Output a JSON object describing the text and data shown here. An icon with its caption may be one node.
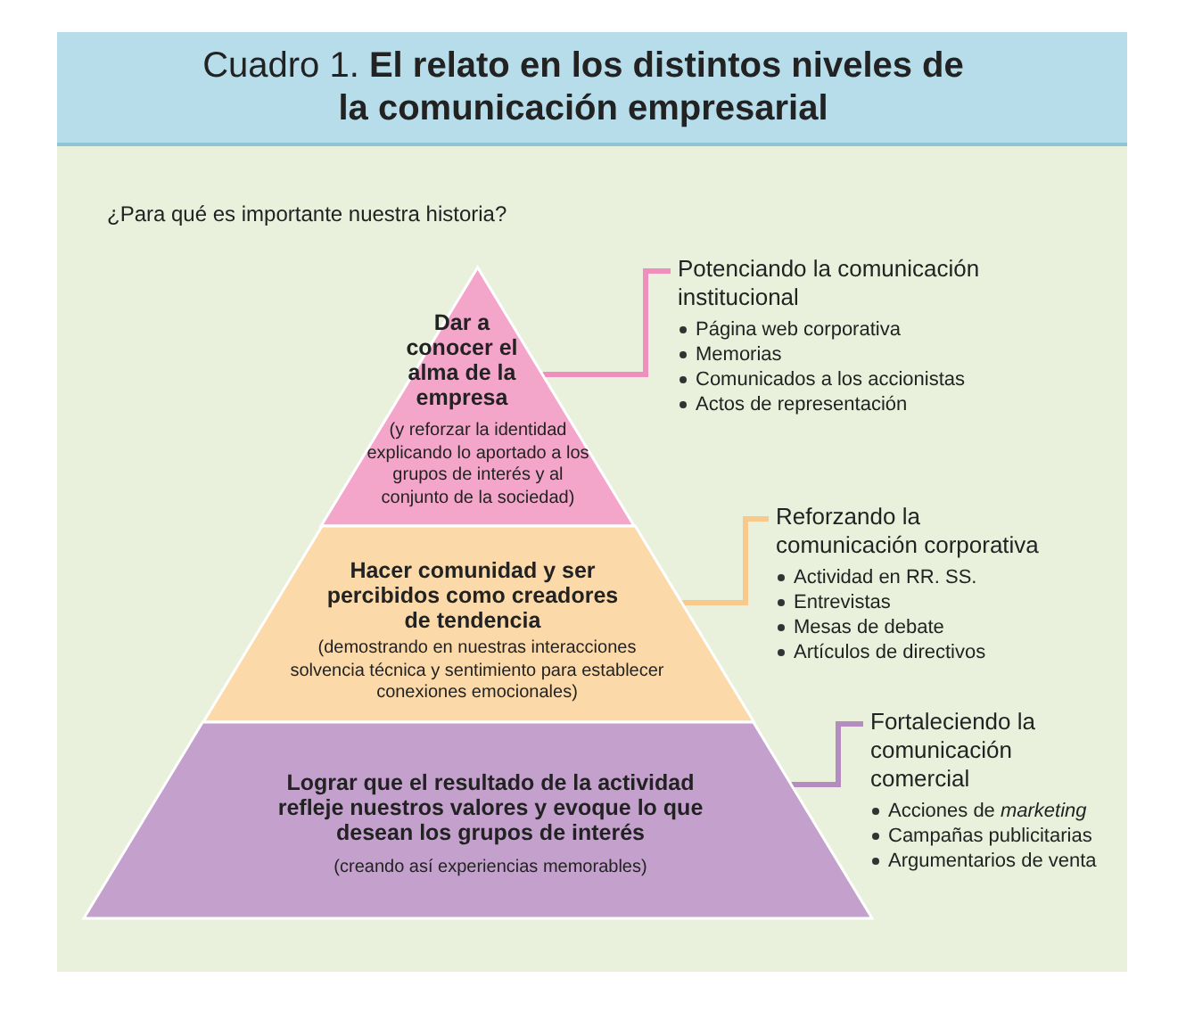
{
  "diagram": {
    "title": "Cuadro 1. **El relato en los distintos niveles de la comunicación empresarial**",
    "nodes": [
      {
        "text": [
          "Dar a conocer el alma de la empresa",
          "(y reforzar la identidad explicando lo aportado a los grupos de interés y al conjunto de la sociedad)"
        ]
      },
      {
        "text": [
          "Hacer comunidad y ser percibidos como creadores de tendencia",
          "(demostrando en nuestras interacciones solvencia técnica y sentimiento para establecer conexiones emocionales)"
        ]
      },
      {
        "text": [
          "Lograr que el resultado de la actividad refleje nuestros valores y evoque lo que desean los grupos de interés",
          "(creando así experiencias memorables)"
        ]
      },
      {
        "text": [
          "Potenciando la comunicación institucional",
          "Página web corporativa",
          "Memorias",
          "Comunicados a los accionistas",
          "Actos de representación"
        ]
      },
      {
        "text": [
          "Reforzando la comunicación corporativa",
          "Actividad en RR. SS.",
          "Entrevistas",
          "Mesas de debate",
          "Artículos de directivos"
        ]
      },
      {
        "text": [
          "Fortaleciendo la comunicación comercial",
          "Acciones de *marketing*",
          "Campañas publicitarias",
          "Argumentarios de venta"
        ]
      }
    ],
    "edges": [
      {
        "from": 0,
        "to": 3,
        "arrow": "none",
        "color": "#f08fbd"
      },
      {
        "from": 1,
        "to": 4,
        "arrow": "none",
        "color": "#f9c98c"
      },
      {
        "from": 2,
        "to": 5,
        "arrow": "none",
        "color": "#b48cc0"
      }
    ],
    "labels": [
      "¿Para qué es importante nuestra historia?"
    ]
  }
}
